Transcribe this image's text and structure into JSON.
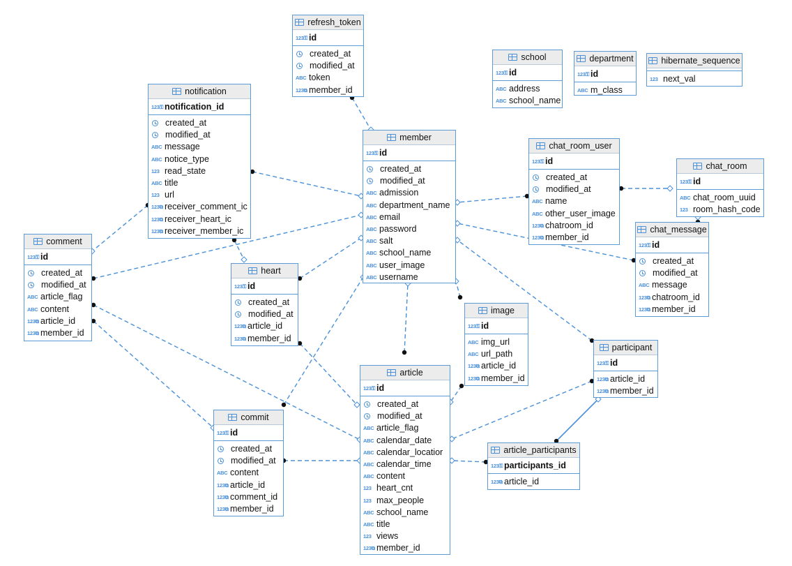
{
  "tables": [
    {
      "id": "refresh_token",
      "name": "refresh_token",
      "pk": "id",
      "cols": [
        {
          "t": "time",
          "n": "created_at"
        },
        {
          "t": "time",
          "n": "modified_at"
        },
        {
          "t": "abc",
          "n": "token"
        },
        {
          "t": "fk",
          "n": "member_id"
        }
      ]
    },
    {
      "id": "school",
      "name": "school",
      "pk": "id",
      "cols": [
        {
          "t": "abc",
          "n": "address"
        },
        {
          "t": "abc",
          "n": "school_name"
        }
      ]
    },
    {
      "id": "department",
      "name": "department",
      "pk": "id",
      "cols": [
        {
          "t": "abc",
          "n": "m_class"
        }
      ]
    },
    {
      "id": "hibernate_sequence",
      "name": "hibernate_sequence",
      "pk": "",
      "cols": [
        {
          "t": "num",
          "n": "next_val"
        }
      ]
    },
    {
      "id": "notification",
      "name": "notification",
      "pk": "notification_id",
      "cols": [
        {
          "t": "time",
          "n": "created_at"
        },
        {
          "t": "time",
          "n": "modified_at"
        },
        {
          "t": "abc",
          "n": "message"
        },
        {
          "t": "abc",
          "n": "notice_type"
        },
        {
          "t": "num",
          "n": "read_state"
        },
        {
          "t": "abc",
          "n": "title"
        },
        {
          "t": "num",
          "n": "url"
        },
        {
          "t": "fk",
          "n": "receiver_comment_ic"
        },
        {
          "t": "fk",
          "n": "receiver_heart_ic"
        },
        {
          "t": "fk",
          "n": "receiver_member_ic"
        }
      ]
    },
    {
      "id": "member",
      "name": "member",
      "pk": "id",
      "cols": [
        {
          "t": "time",
          "n": "created_at"
        },
        {
          "t": "time",
          "n": "modified_at"
        },
        {
          "t": "abc",
          "n": "admission"
        },
        {
          "t": "abc",
          "n": "department_name"
        },
        {
          "t": "abc",
          "n": "email"
        },
        {
          "t": "abc",
          "n": "password"
        },
        {
          "t": "abc",
          "n": "salt"
        },
        {
          "t": "abc",
          "n": "school_name"
        },
        {
          "t": "abc",
          "n": "user_image"
        },
        {
          "t": "abc",
          "n": "username"
        }
      ]
    },
    {
      "id": "chat_room_user",
      "name": "chat_room_user",
      "pk": "id",
      "cols": [
        {
          "t": "time",
          "n": "created_at"
        },
        {
          "t": "time",
          "n": "modified_at"
        },
        {
          "t": "abc",
          "n": "name"
        },
        {
          "t": "abc",
          "n": "other_user_image"
        },
        {
          "t": "fk",
          "n": "chatroom_id"
        },
        {
          "t": "fk",
          "n": "member_id"
        }
      ]
    },
    {
      "id": "chat_room",
      "name": "chat_room",
      "pk": "id",
      "cols": [
        {
          "t": "abc",
          "n": "chat_room_uuid"
        },
        {
          "t": "num",
          "n": "room_hash_code"
        }
      ]
    },
    {
      "id": "chat_message",
      "name": "chat_message",
      "pk": "id",
      "cols": [
        {
          "t": "time",
          "n": "created_at"
        },
        {
          "t": "time",
          "n": "modified_at"
        },
        {
          "t": "abc",
          "n": "message"
        },
        {
          "t": "fk",
          "n": "chatroom_id"
        },
        {
          "t": "fk",
          "n": "member_id"
        }
      ]
    },
    {
      "id": "comment",
      "name": "comment",
      "pk": "id",
      "cols": [
        {
          "t": "time",
          "n": "created_at"
        },
        {
          "t": "time",
          "n": "modified_at"
        },
        {
          "t": "abc",
          "n": "article_flag"
        },
        {
          "t": "abc",
          "n": "content"
        },
        {
          "t": "fk",
          "n": "article_id"
        },
        {
          "t": "fk",
          "n": "member_id"
        }
      ]
    },
    {
      "id": "heart",
      "name": "heart",
      "pk": "id",
      "cols": [
        {
          "t": "time",
          "n": "created_at"
        },
        {
          "t": "time",
          "n": "modified_at"
        },
        {
          "t": "fk",
          "n": "article_id"
        },
        {
          "t": "fk",
          "n": "member_id"
        }
      ]
    },
    {
      "id": "image",
      "name": "image",
      "pk": "id",
      "cols": [
        {
          "t": "abc",
          "n": "img_url"
        },
        {
          "t": "abc",
          "n": "url_path"
        },
        {
          "t": "fk",
          "n": "article_id"
        },
        {
          "t": "fk",
          "n": "member_id"
        }
      ]
    },
    {
      "id": "participant",
      "name": "participant",
      "pk": "id",
      "cols": [
        {
          "t": "fk",
          "n": "article_id"
        },
        {
          "t": "fk",
          "n": "member_id"
        }
      ]
    },
    {
      "id": "article",
      "name": "article",
      "pk": "id",
      "cols": [
        {
          "t": "time",
          "n": "created_at"
        },
        {
          "t": "time",
          "n": "modified_at"
        },
        {
          "t": "abc",
          "n": "article_flag"
        },
        {
          "t": "abc",
          "n": "calendar_date"
        },
        {
          "t": "abc",
          "n": "calendar_locatior"
        },
        {
          "t": "abc",
          "n": "calendar_time"
        },
        {
          "t": "abc",
          "n": "content"
        },
        {
          "t": "num",
          "n": "heart_cnt"
        },
        {
          "t": "num",
          "n": "max_people"
        },
        {
          "t": "abc",
          "n": "school_name"
        },
        {
          "t": "abc",
          "n": "title"
        },
        {
          "t": "num",
          "n": "views"
        },
        {
          "t": "fk",
          "n": "member_id"
        }
      ]
    },
    {
      "id": "commit",
      "name": "commit",
      "pk": "id",
      "cols": [
        {
          "t": "time",
          "n": "created_at"
        },
        {
          "t": "time",
          "n": "modified_at"
        },
        {
          "t": "abc",
          "n": "content"
        },
        {
          "t": "fk",
          "n": "article_id"
        },
        {
          "t": "fk",
          "n": "comment_id"
        },
        {
          "t": "fk",
          "n": "member_id"
        }
      ]
    },
    {
      "id": "article_participants",
      "name": "article_participants",
      "pk": "participants_id",
      "cols": [
        {
          "t": "fk",
          "n": "article_id"
        }
      ]
    }
  ],
  "relations": [
    {
      "from": "refresh_token",
      "to": "member",
      "style": "dashed"
    },
    {
      "from": "notification",
      "to": "member",
      "style": "dashed"
    },
    {
      "from": "notification",
      "to": "heart",
      "style": "dashed"
    },
    {
      "from": "notification",
      "to": "comment",
      "style": "dashed"
    },
    {
      "from": "comment",
      "to": "member",
      "style": "dashed"
    },
    {
      "from": "comment",
      "to": "article",
      "style": "dashed"
    },
    {
      "from": "comment",
      "to": "commit",
      "style": "dashed"
    },
    {
      "from": "heart",
      "to": "member",
      "style": "dashed"
    },
    {
      "from": "heart",
      "to": "article",
      "style": "dashed"
    },
    {
      "from": "commit",
      "to": "member",
      "style": "dashed"
    },
    {
      "from": "commit",
      "to": "article",
      "style": "dashed"
    },
    {
      "from": "article",
      "to": "member",
      "style": "dashed"
    },
    {
      "from": "image",
      "to": "member",
      "style": "dashed"
    },
    {
      "from": "image",
      "to": "article",
      "style": "dashed"
    },
    {
      "from": "chat_room_user",
      "to": "member",
      "style": "dashed"
    },
    {
      "from": "chat_room_user",
      "to": "chat_room",
      "style": "dashed"
    },
    {
      "from": "chat_message",
      "to": "member",
      "style": "dashed"
    },
    {
      "from": "chat_message",
      "to": "chat_room",
      "style": "solid"
    },
    {
      "from": "participant",
      "to": "member",
      "style": "dashed"
    },
    {
      "from": "participant",
      "to": "article",
      "style": "dashed"
    },
    {
      "from": "article_participants",
      "to": "participant",
      "style": "solid"
    },
    {
      "from": "article_participants",
      "to": "article",
      "style": "dashed"
    }
  ],
  "colors": {
    "border": "#5a9bd5",
    "link": "#4a90d9",
    "header_bg": "#ececec",
    "icon": "#4a90d9"
  }
}
